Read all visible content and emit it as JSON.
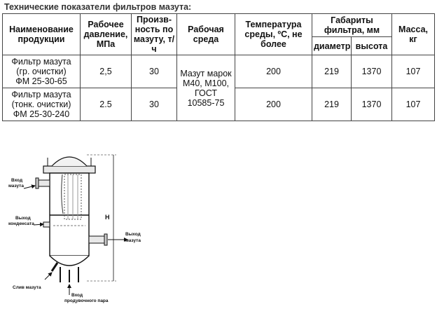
{
  "title": "Технические показатели фильтров мазута:",
  "table": {
    "headers": {
      "name": "Наименование продукции",
      "pressure": "Рабочее давление, МПа",
      "capacity": "Произв-ность по мазуту, т/ч",
      "medium": "Рабочая среда",
      "temperature": "Температура среды, ºС, не более",
      "dims": "Габариты фильтра, мм",
      "diameter": "диаметр",
      "height": "высота",
      "mass": "Масса, кг"
    },
    "rows": [
      {
        "name": [
          "Фильтр мазута",
          "(гр. очистки)",
          "ФМ 25-30-65"
        ],
        "pressure": "2,5",
        "capacity": "30",
        "temperature": "200",
        "diameter": "219",
        "height": "1370",
        "mass": "107"
      },
      {
        "name": [
          "Фильтр мазута",
          "(тонк. очистки)",
          "ФМ 25-30-240"
        ],
        "pressure": "2.5",
        "capacity": "30",
        "temperature": "200",
        "diameter": "219",
        "height": "1370",
        "mass": "107"
      }
    ],
    "medium_value": [
      "Мазут марок",
      "М40, М100,",
      "ГОСТ",
      "10585-75"
    ]
  },
  "diagram": {
    "labels": {
      "inlet1": "Вход",
      "inlet2": "мазута",
      "cond1": "Выход",
      "cond2": "конденсата",
      "outlet1": "Выход",
      "outlet2": "мазута",
      "drain": "Слив мазута",
      "steam1": "Вход",
      "steam2": "продувочного пара",
      "height": "H"
    }
  }
}
